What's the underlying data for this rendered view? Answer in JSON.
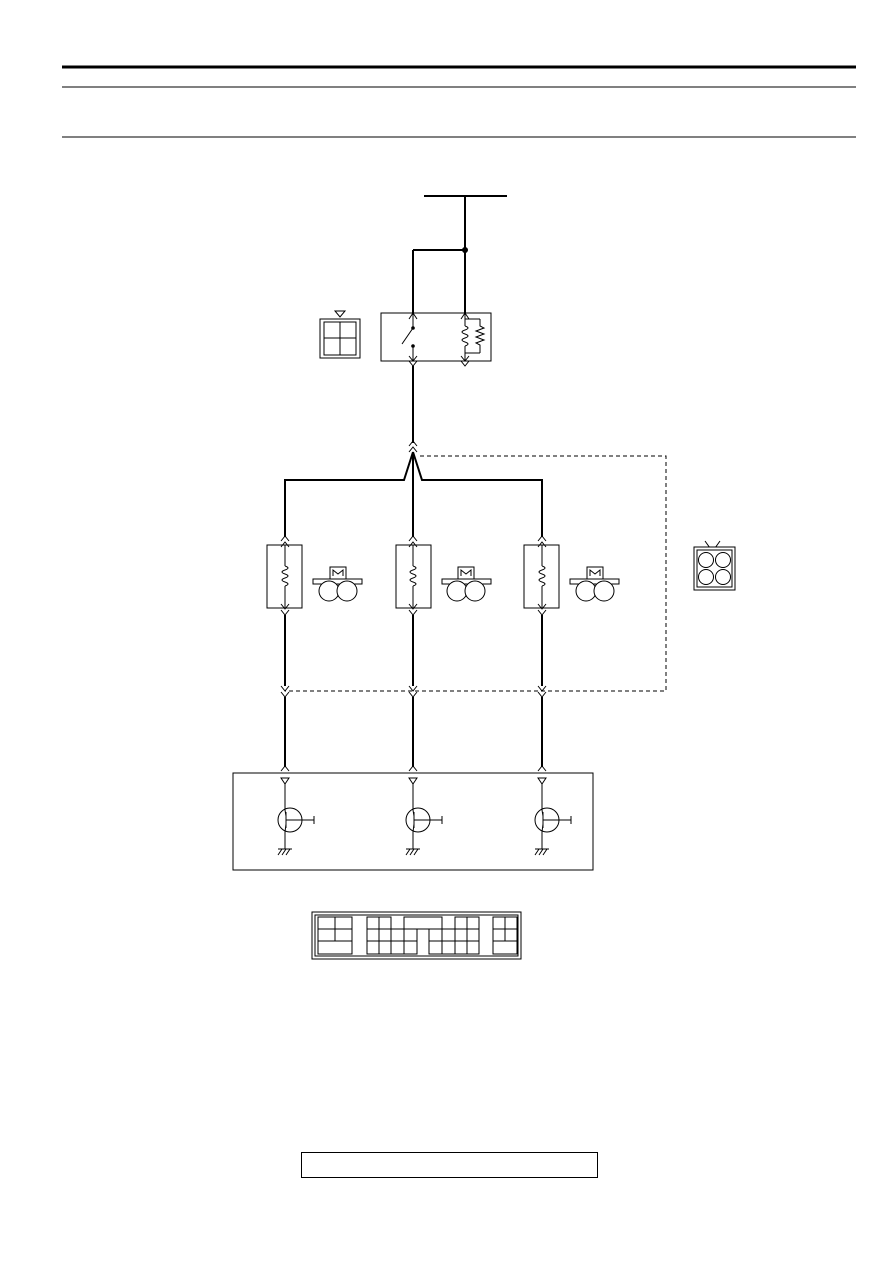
{
  "page": {
    "header_rule": "double",
    "footer_box_text": ""
  },
  "diagram": {
    "components": [
      {
        "id": "relay",
        "icon": "relay-switch-coil-icon"
      },
      {
        "id": "relay-connector",
        "icon": "connector-4-pin-icon"
      },
      {
        "id": "injector-1",
        "icon": "solenoid-coil-icon"
      },
      {
        "id": "injector-2",
        "icon": "solenoid-coil-icon"
      },
      {
        "id": "injector-3",
        "icon": "solenoid-coil-icon"
      },
      {
        "id": "harness-connector",
        "icon": "connector-4-round-pin-icon"
      },
      {
        "id": "control-module",
        "icon": "transistor-driver-icon"
      },
      {
        "id": "module-connector",
        "icon": "multi-pin-connector-icon"
      }
    ],
    "driver_count": 3,
    "injector_count": 3
  }
}
